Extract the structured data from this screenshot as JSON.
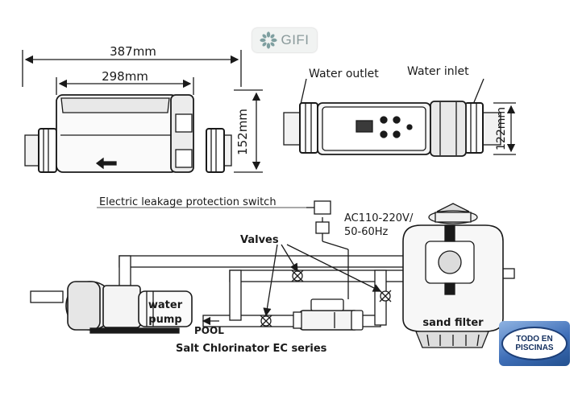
{
  "logo_gifi": {
    "text": "GIFI"
  },
  "logo_todo": {
    "line1": "TODO EN",
    "line2": "PISCINAS"
  },
  "dimensions": {
    "overall_length": "387mm",
    "body_length": "298mm",
    "height": "152mm",
    "body_height": "122mm"
  },
  "top_view_labels": {
    "outlet": "Water outlet",
    "inlet": "Water inlet"
  },
  "installation": {
    "leak_switch": "Electric leakage protection switch",
    "power_line1": "AC110-220V/",
    "power_line2": "50-60Hz",
    "valves": "Valves",
    "pump_line1": "water",
    "pump_line2": "pump",
    "pool": "POOL",
    "chlorinator": "Salt Chlorinator EC series",
    "filter": "sand filter"
  },
  "colors": {
    "line": "#1a1a1a",
    "logo_blue": "#2b5aa0",
    "logo_teal": "#7f9fa0"
  }
}
